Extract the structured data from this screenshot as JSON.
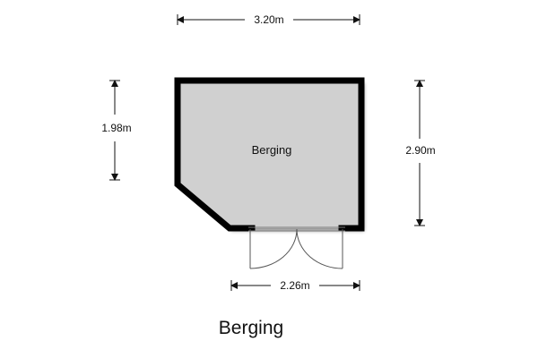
{
  "plan": {
    "title": "Berging",
    "room_label": "Berging",
    "dimensions": {
      "top_width": "3.20m",
      "left_height": "1.98m",
      "right_height": "2.90m",
      "bottom_width": "2.26m"
    },
    "colors": {
      "wall": "#000000",
      "floor": "#d0d0d0",
      "shadow": "#999999",
      "door_line": "#555555",
      "dimension_line": "#111111"
    }
  }
}
